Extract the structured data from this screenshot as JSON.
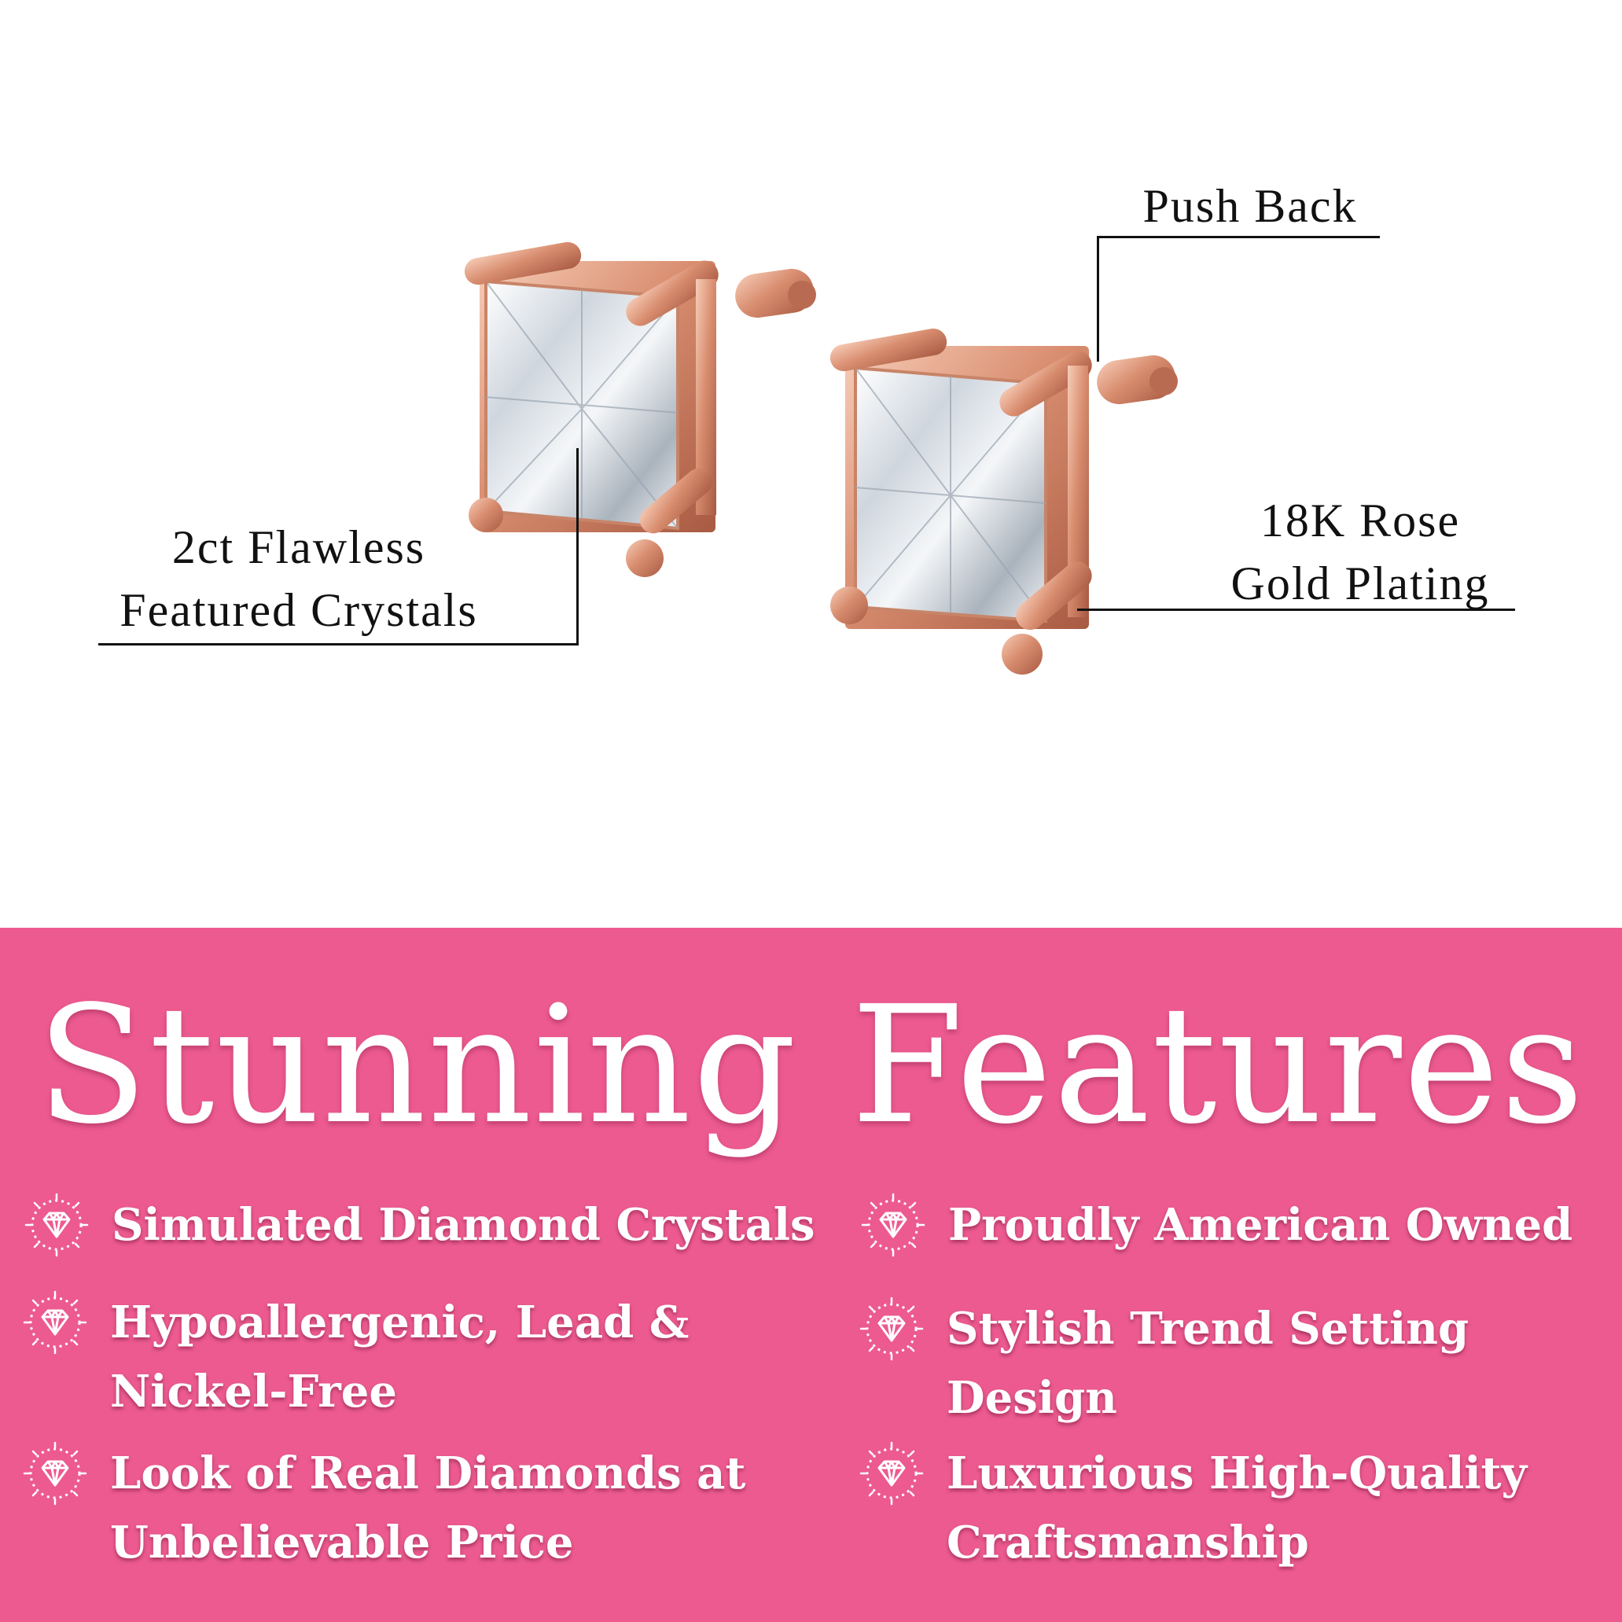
{
  "callouts": {
    "crystals": {
      "line1": "2ct Flawless",
      "line2": "Featured Crystals"
    },
    "push_back": "Push Back",
    "plating": {
      "line1": "18K Rose",
      "line2": "Gold Plating"
    }
  },
  "banner": {
    "background": "#ec5a8f",
    "headline": "Stunning Features",
    "features": [
      {
        "icon": "diamond-icon",
        "line1": "Simulated Diamond Crystals",
        "line2": ""
      },
      {
        "icon": "diamond-icon",
        "line1": "Proudly American Owned",
        "line2": ""
      },
      {
        "icon": "diamond-icon",
        "line1": "Hypoallergenic, Lead &",
        "line2": "Nickel-Free"
      },
      {
        "icon": "diamond-icon",
        "line1": "Stylish Trend Setting",
        "line2": "Design"
      },
      {
        "icon": "diamond-icon",
        "line1": "Look of Real Diamonds at",
        "line2": "Unbelievable Price"
      },
      {
        "icon": "diamond-icon",
        "line1": "Luxurious High-Quality",
        "line2": "Craftsmanship"
      }
    ]
  },
  "colors": {
    "rose_gold": "#d99074",
    "text": "#111111",
    "banner_text": "#ffffff"
  }
}
